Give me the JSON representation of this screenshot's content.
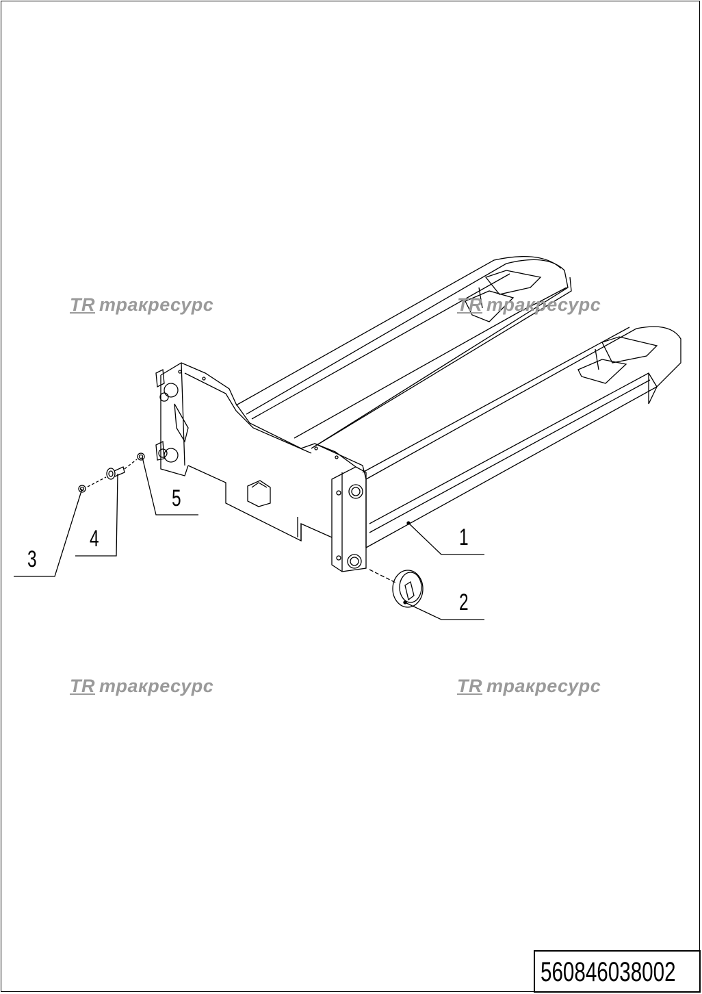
{
  "watermarks": [
    {
      "logo": "TR",
      "text": "тракресурс"
    },
    {
      "logo": "TR",
      "text": "тракресурс"
    },
    {
      "logo": "TR",
      "text": "тракресурс"
    },
    {
      "logo": "TR",
      "text": "тракресурс"
    }
  ],
  "callouts": {
    "part1": "1",
    "part2": "2",
    "part3": "3",
    "part4": "4",
    "part5": "5"
  },
  "document_number": "560846038002",
  "colors": {
    "line": "#000000",
    "watermark": "#9a9a9a",
    "background": "#ffffff"
  }
}
